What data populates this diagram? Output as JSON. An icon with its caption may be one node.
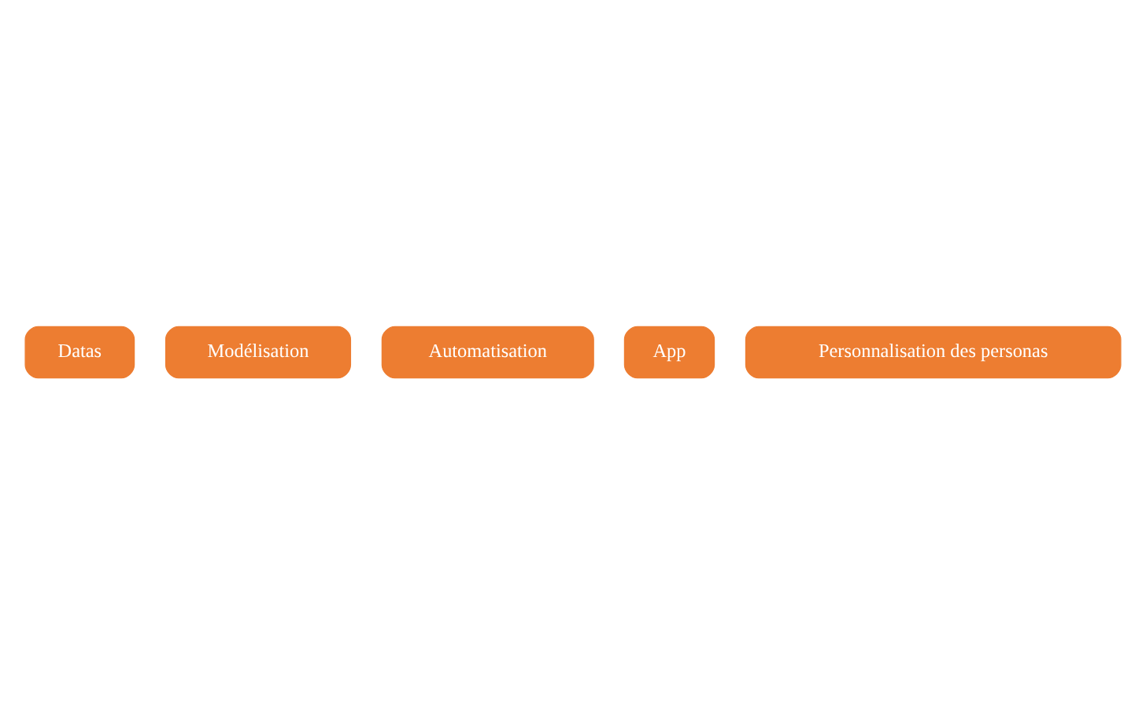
{
  "diagram": {
    "nodes": [
      {
        "text": [
          "Datas"
        ]
      },
      {
        "text": [
          "Modélisation"
        ]
      },
      {
        "text": [
          "Automatisation"
        ]
      },
      {
        "text": [
          "App"
        ]
      },
      {
        "text": [
          "Personnalisation des personas"
        ]
      }
    ]
  }
}
